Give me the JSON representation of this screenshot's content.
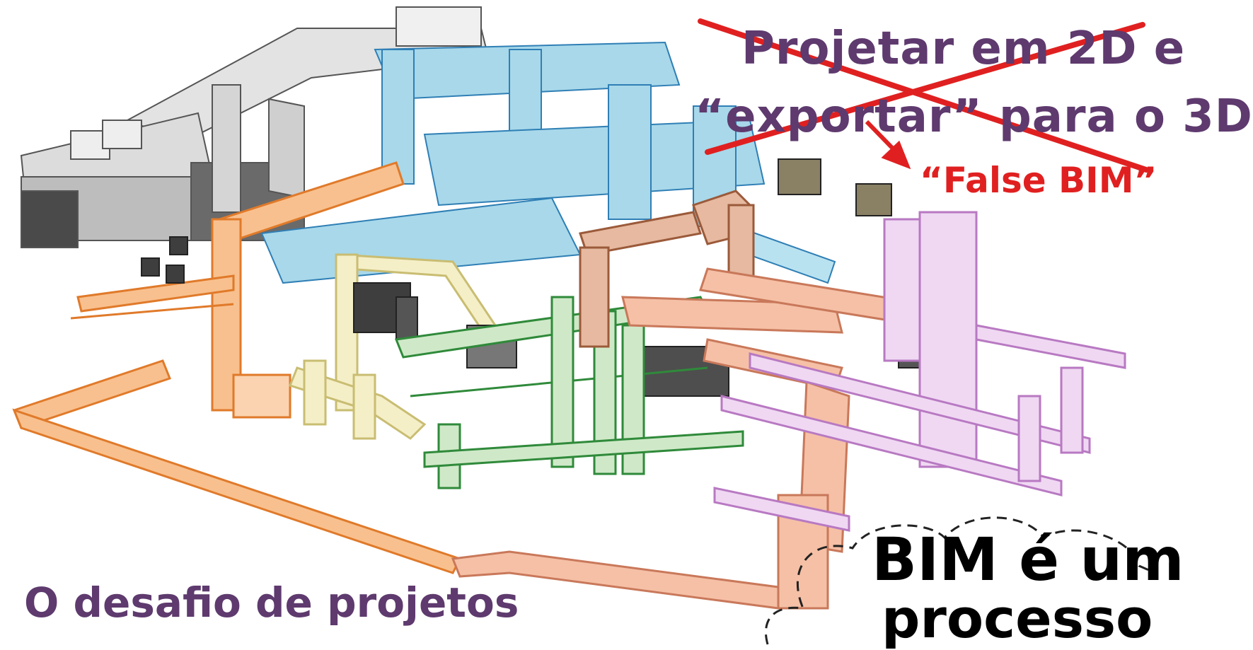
{
  "strike_text": {
    "line1": "Projetar em 2D e",
    "line2": "“exportar” para o 3D"
  },
  "false_bim_label": "“False BIM”",
  "caption": "O desafio de projetos",
  "bim_statement": {
    "line1": "BIM é um",
    "line2": "processo"
  },
  "colors": {
    "purple_text": "#5e3a6e",
    "red": "#e02020",
    "duct_gray": "#d9d9d9",
    "duct_blue": "#a8d8ea",
    "duct_orange": "#f5a25d",
    "duct_yellow": "#f5efc8",
    "duct_green": "#5aa85a",
    "duct_brown": "#d9a58a",
    "duct_salmon": "#f2b89a",
    "duct_pink": "#e6c3ea",
    "equipment": "#4a4a4a"
  }
}
